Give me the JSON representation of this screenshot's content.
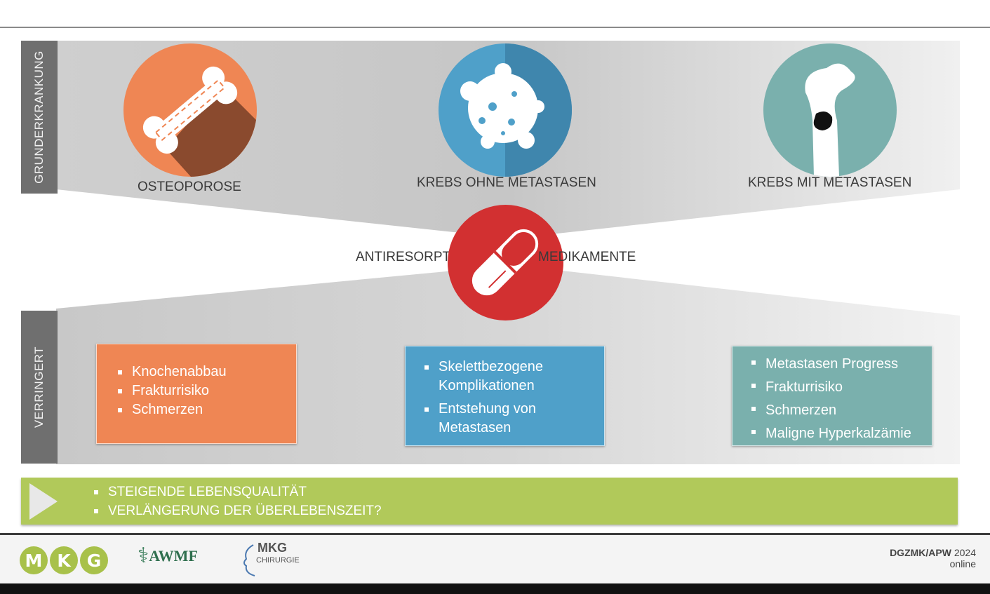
{
  "side_labels": {
    "top": "GRUNDERKRANKUNG",
    "bottom": "VERRINGERT"
  },
  "diseases": [
    {
      "label": "OSTEOPOROSE",
      "icon": "bone-icon",
      "color": "#ef8654"
    },
    {
      "label": "KREBS OHNE METASTASEN",
      "icon": "cancer-cell-icon",
      "color": "#4fa0c9"
    },
    {
      "label": "KREBS MIT METASTASEN",
      "icon": "femur-metastasis-icon",
      "color": "#7ab0ad"
    }
  ],
  "drug": {
    "label_left": "ANTIRESORPTIVE",
    "label_right": "MEDIKAMENTE",
    "icon": "pill-capsule-icon",
    "color": "#d23031"
  },
  "reductions": [
    {
      "color": "#ef8654",
      "items": [
        "Knochenabbau",
        "Frakturrisiko",
        "Schmerzen"
      ]
    },
    {
      "color": "#4fa0c9",
      "items": [
        "Skelettbezogene Komplikationen",
        "Entstehung von Metastasen"
      ]
    },
    {
      "color": "#7ab0ad",
      "items": [
        "Metastasen Progress",
        "Frakturrisiko",
        "Schmerzen",
        "Maligne Hyperkalzämie"
      ]
    }
  ],
  "outcomes": [
    "STEIGENDE LEBENSQUALITÄT",
    "VERLÄNGERUNG DER ÜBERLEBENSZEIT?"
  ],
  "footer": {
    "mkg_letters": [
      "M",
      "K",
      "G"
    ],
    "awmf": "AWMF",
    "mkg_chirurgie_top": "MKG",
    "mkg_chirurgie_bottom": "CHIRURGIE",
    "event": "DGZMK/APW",
    "year": "2024",
    "mode": "online"
  }
}
